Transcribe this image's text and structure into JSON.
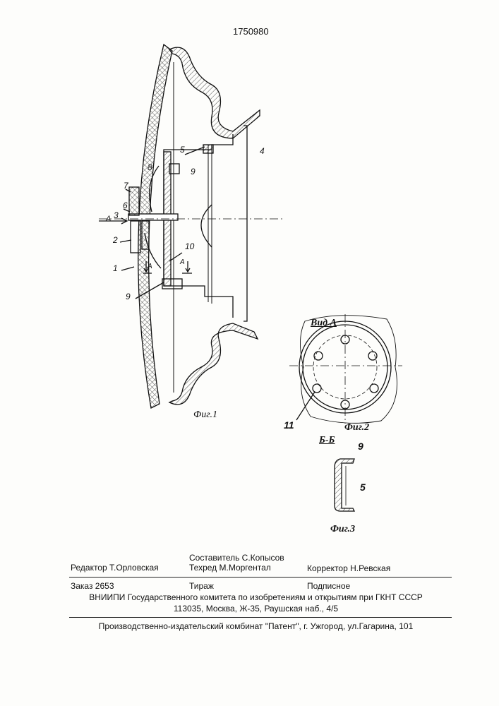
{
  "patent_number": "1750980",
  "figure1": {
    "caption": "Фиг.1",
    "labels": {
      "l1": "1",
      "l2": "2",
      "l3": "3",
      "l4": "4",
      "l5": "5",
      "l6": "6",
      "l7": "7",
      "l8": "8",
      "l9a": "9",
      "l9b": "9",
      "l10": "10",
      "view_arrow": "A",
      "section_a1": "A",
      "section_a2": "A"
    }
  },
  "figure2": {
    "title": "Вид А",
    "caption": "Фиг.2",
    "label_11": "11"
  },
  "figure3": {
    "title": "Б-Б",
    "caption": "Фиг.3",
    "label_9": "9",
    "label_5": "5"
  },
  "footer": {
    "compiler": "Составитель С.Копысов",
    "editor": "Редактор Т.Орловская",
    "techred": "Техред М.Моргентал",
    "corrector": "Корректор Н.Ревская",
    "order": "Заказ 2653",
    "circulation": "Тираж",
    "subscription": "Подписное",
    "institute": "ВНИИПИ Государственного комитета по изобретениям и открытиям при ГКНТ СССР",
    "address": "113035, Москва, Ж-35, Раушская наб., 4/5",
    "publisher": "Производственно-издательский комбинат \"Патент\", г. Ужгород, ул.Гагарина, 101"
  }
}
